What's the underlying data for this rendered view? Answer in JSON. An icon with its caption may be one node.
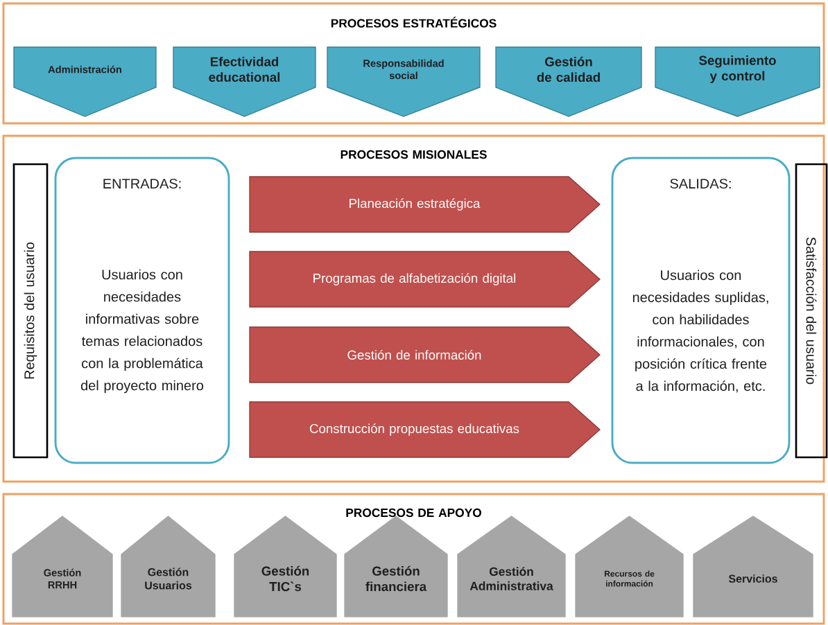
{
  "diagram": {
    "nodes": [
      {
        "text": [
          "PROCESOS ESTRATÉGICOS"
        ]
      },
      {
        "text": [
          "Administración"
        ],
        "in": 0
      },
      {
        "text": [
          "Efectividad educational"
        ],
        "in": 0
      },
      {
        "text": [
          "Responsabilidad social"
        ],
        "in": 0
      },
      {
        "text": [
          "Gestión de calidad"
        ],
        "in": 0
      },
      {
        "text": [
          "Seguimiento y control"
        ],
        "in": 0
      },
      {
        "text": [
          "PROCESOS MISIONALES"
        ]
      },
      {
        "text": [
          "Requisitos del usuario"
        ],
        "in": 6
      },
      {
        "text": [
          "ENTRADAS:",
          "Usuarios con necesidades informativas sobre temas relacionados con la problemática del proyecto minero"
        ],
        "in": 6
      },
      {
        "text": [
          "Planeación estratégica"
        ],
        "in": 6
      },
      {
        "text": [
          "Programas de alfabetización digital"
        ],
        "in": 6
      },
      {
        "text": [
          "Gestión de información"
        ],
        "in": 6
      },
      {
        "text": [
          "Construcción propuestas educativas"
        ],
        "in": 6
      },
      {
        "text": [
          "SALIDAS:",
          "Usuarios con necesidades suplidas, con habilidades informacionales, con posición crítica frente a la información, etc."
        ],
        "in": 6
      },
      {
        "text": [
          "Satisfacción del usuario"
        ],
        "in": 6
      },
      {
        "text": [
          "PROCESOS DE APOYO"
        ]
      },
      {
        "text": [
          "Gestión RRHH"
        ],
        "in": 15
      },
      {
        "text": [
          "Gestión Usuarios"
        ],
        "in": 15
      },
      {
        "text": [
          "Gestión TIC`s"
        ],
        "in": 15
      },
      {
        "text": [
          "Gestión financiera"
        ],
        "in": 15
      },
      {
        "text": [
          "Gestión Administrativa"
        ],
        "in": 15
      },
      {
        "text": [
          "Recursos de información"
        ],
        "in": 15
      },
      {
        "text": [
          "Servicios"
        ],
        "in": 15
      }
    ]
  }
}
